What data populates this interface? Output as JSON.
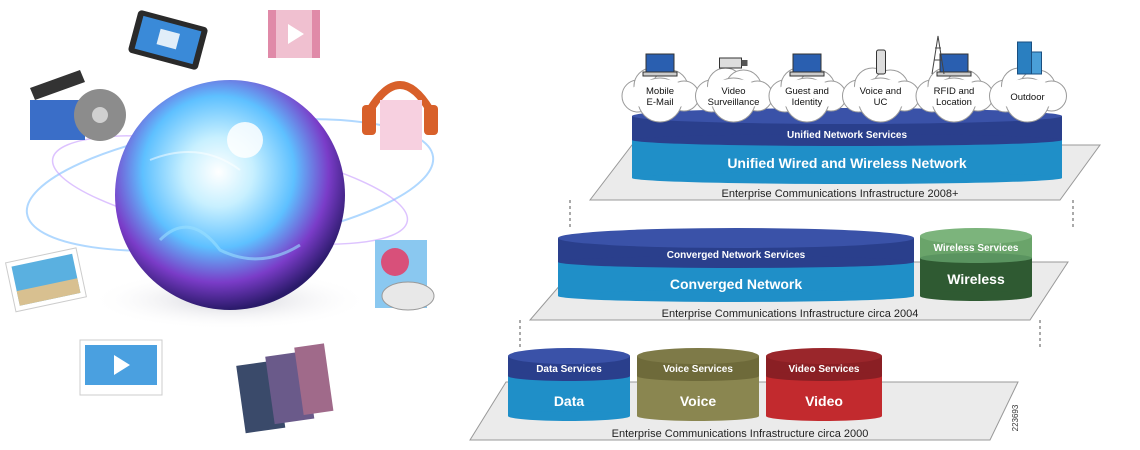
{
  "services_clouds": [
    {
      "id": "mobile",
      "label": [
        "Mobile",
        "E-Mail"
      ],
      "icon": "laptop-icon"
    },
    {
      "id": "video",
      "label": [
        "Video",
        "Surveillance"
      ],
      "icon": "camera-icon"
    },
    {
      "id": "guest",
      "label": [
        "Guest and",
        "Identity"
      ],
      "icon": "workstation-icon"
    },
    {
      "id": "voice",
      "label": [
        "Voice and",
        "UC"
      ],
      "icon": "phone-icon"
    },
    {
      "id": "rfid",
      "label": [
        "RFID and",
        "Location"
      ],
      "icon": "antenna-laptop-icon"
    },
    {
      "id": "outdoor",
      "label": [
        "Outdoor"
      ],
      "icon": "building-icon"
    }
  ],
  "tiers": {
    "top": {
      "services_label": "Unified Network Services",
      "network_label": "Unified Wired and Wireless Network",
      "platform_label": "Enterprise Communications Infrastructure 2008+"
    },
    "middle": {
      "converged_services_label": "Converged Network Services",
      "converged_label": "Converged Network",
      "wireless_services_label": "Wireless Services",
      "wireless_label": "Wireless",
      "platform_label": "Enterprise Communications Infrastructure circa 2004"
    },
    "bottom": {
      "data_services_label": "Data Services",
      "data_label": "Data",
      "voice_services_label": "Voice Services",
      "voice_label": "Voice",
      "video_services_label": "Video Services",
      "video_label": "Video",
      "platform_label": "Enterprise Communications Infrastructure circa 2000"
    }
  },
  "figure_id": "223693",
  "colors": {
    "blue_top": "#2a3f8c",
    "blue_main": "#1f8fc8",
    "green_top": "#6aa46a",
    "green_main": "#2f5a32",
    "olive_top": "#6e6a3a",
    "olive_main": "#8a8650",
    "red_top": "#8a1f24",
    "red_main": "#c22a2e",
    "platform": "#e8e8e8"
  }
}
